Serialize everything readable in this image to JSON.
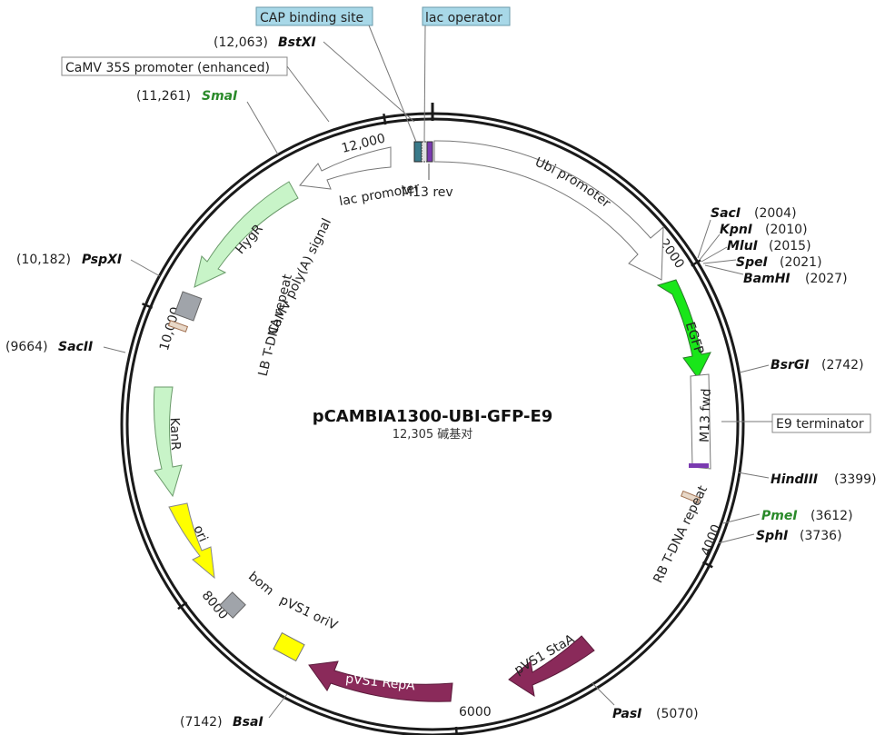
{
  "plasmid": {
    "name": "pCAMBIA1300-UBI-GFP-E9",
    "length_label": "12,305 碱基对"
  },
  "ticks": [
    {
      "label": "2000"
    },
    {
      "label": "4000"
    },
    {
      "label": "6000"
    },
    {
      "label": "8000"
    },
    {
      "label": "10,000"
    },
    {
      "label": "12,000"
    }
  ],
  "features": [
    {
      "name": "Ubi promoter",
      "color": "#ffffff"
    },
    {
      "name": "EGFP",
      "color": "#19e619"
    },
    {
      "name": "M13 fwd",
      "color": "#ffffff"
    },
    {
      "name": "RB T-DNA repeat",
      "color": "#e8d8c8"
    },
    {
      "name": "pVS1 StaA",
      "color": "#8a2a5a"
    },
    {
      "name": "pVS1 RepA",
      "color": "#8a2a5a"
    },
    {
      "name": "pVS1 oriV",
      "color": "#ffff00"
    },
    {
      "name": "bom",
      "color": "#a0a4aa"
    },
    {
      "name": "ori",
      "color": "#ffff00"
    },
    {
      "name": "KanR",
      "color": "#c8f4c8"
    },
    {
      "name": "LB T-DNA repeat",
      "color": "#e8d8c8"
    },
    {
      "name": "CaMV poly(A) signal",
      "color": "#a0a4aa"
    },
    {
      "name": "HygR",
      "color": "#c8f4c8"
    },
    {
      "name": "lac promoter",
      "color": "#ffffff"
    },
    {
      "name": "M13 rev",
      "color": "#ffffff"
    }
  ],
  "boxed_labels": [
    {
      "text": "CAP binding site",
      "bg": "#a8d8e8"
    },
    {
      "text": "lac operator",
      "bg": "#a8d8e8"
    },
    {
      "text": "CaMV 35S promoter (enhanced)",
      "bg": "#ffffff"
    },
    {
      "text": "E9 terminator",
      "bg": "#ffffff"
    }
  ],
  "sites": [
    {
      "enzyme": "BstXI",
      "position": "(12,063)",
      "color": "#111111"
    },
    {
      "enzyme": "SmaI",
      "position": "(11,261)",
      "color": "#2a8a2a"
    },
    {
      "enzyme": "PspXI",
      "position": "(10,182)",
      "color": "#111111"
    },
    {
      "enzyme": "SacII",
      "position": "(9664)",
      "color": "#111111"
    },
    {
      "enzyme": "BsaI",
      "position": "(7142)",
      "color": "#111111"
    },
    {
      "enzyme": "PasI",
      "position": "(5070)",
      "color": "#111111"
    },
    {
      "enzyme": "SphI",
      "position": "(3736)",
      "color": "#111111"
    },
    {
      "enzyme": "PmeI",
      "position": "(3612)",
      "color": "#2a8a2a"
    },
    {
      "enzyme": "HindIII",
      "position": "(3399)",
      "color": "#111111"
    },
    {
      "enzyme": "BsrGI",
      "position": "(2742)",
      "color": "#111111"
    },
    {
      "enzyme": "SacI",
      "position": "(2004)",
      "color": "#111111"
    },
    {
      "enzyme": "KpnI",
      "position": "(2010)",
      "color": "#111111"
    },
    {
      "enzyme": "MluI",
      "position": "(2015)",
      "color": "#111111"
    },
    {
      "enzyme": "SpeI",
      "position": "(2021)",
      "color": "#111111"
    },
    {
      "enzyme": "BamHI",
      "position": "(2027)",
      "color": "#111111"
    }
  ]
}
